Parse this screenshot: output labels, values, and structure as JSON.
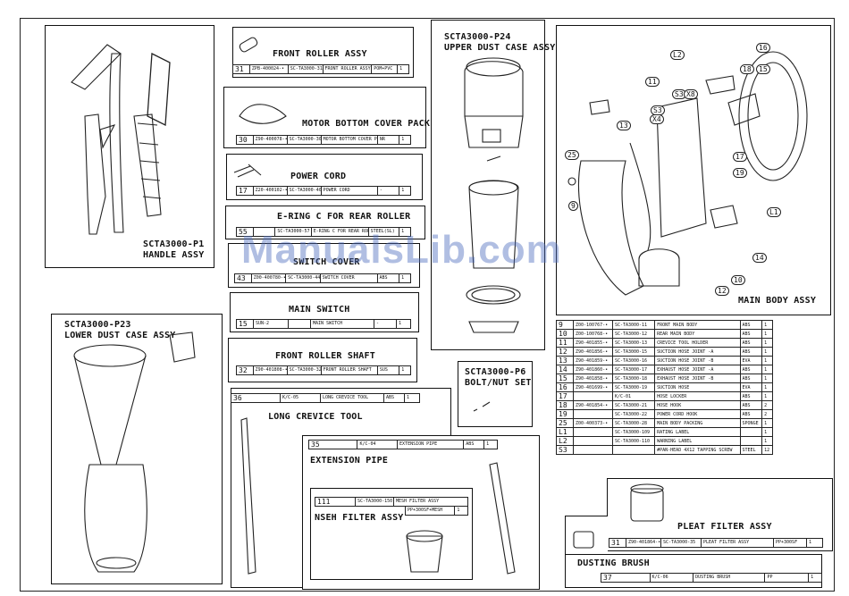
{
  "watermark": "ManualsLib.com",
  "handle": {
    "code": "SCTA3000-P1",
    "name": "HANDLE ASSY"
  },
  "lower_case": {
    "code": "SCTA3000-P23",
    "name": "LOWER DUST CASE ASSY"
  },
  "front_roller": {
    "title": "FRONT ROLLER ASSY",
    "no": "31",
    "c1": "ZPB-400024-•",
    "c2": "SC-TA3000-31",
    "c3": "FRONT ROLLER ASSY",
    "c4": "POM+PVC",
    "c5": "1"
  },
  "motor_packing": {
    "title": "MOTOR BOTTOM COVER PACKING",
    "no": "30",
    "c1": "Z90-400078-•",
    "c2": "SC-TA3000-30",
    "c3": "MOTOR BOTTOM COVER PACKING",
    "c4": "NR",
    "c5": "1"
  },
  "power_cord": {
    "title": "POWER CORD",
    "no": "17",
    "c1": "Z20-400102-•",
    "c2": "SC-TA3000-40",
    "c3": "POWER CORD",
    "c4": "-",
    "c5": "1"
  },
  "ering": {
    "title": "E-RING C FOR REAR ROLLER",
    "no": "55",
    "c1": "",
    "c2": "SC-TA3000-57",
    "c3": "E-RING C FOR REAR ROLLER",
    "c4": "STEEL(SL)",
    "c5": "1"
  },
  "switch_cover": {
    "title": "SWITCH COVER",
    "no": "43",
    "c1": "Z00-400780-•",
    "c2": "SC-TA3000-44",
    "c3": "SWITCH COVER",
    "c4": "ABS",
    "c5": "1"
  },
  "main_switch": {
    "title": "MAIN SWITCH",
    "no": "15",
    "c1": "SUN-2",
    "c2": "",
    "c3": "MAIN SWITCH",
    "c4": "-",
    "c5": "1"
  },
  "front_shaft": {
    "title": "FRONT ROLLER SHAFT",
    "no": "32",
    "c1": "Z90-401808-•",
    "c2": "SC-TA3000-32",
    "c3": "FRONT ROLLER SHAFT",
    "c4": "SUS",
    "c5": "1"
  },
  "crevice": {
    "title": "LONG CREVICE TOOL",
    "no": "36",
    "c1": "K/C-05",
    "c2": "LONG CREVICE TOOL",
    "c3": "ABS",
    "c4": "1"
  },
  "extension": {
    "title": "EXTENSION PIPE",
    "no": "35",
    "c1": "K/C-04",
    "c2": "EXTENSION PIPE",
    "c3": "ABS",
    "c4": "1"
  },
  "mesh": {
    "title": "NSEH FILTER ASSY",
    "no": "111",
    "c1": "SC-TA3000-150",
    "c2": "MESH FILTER ASSY",
    "c3": "PP+300SF+MESH",
    "c4": "1"
  },
  "upper_case": {
    "code": "SCTA3000-P24",
    "name": "UPPER DUST CASE ASSY"
  },
  "bolt": {
    "code": "SCTA3000-P6",
    "name": "BOLT/NUT SET"
  },
  "main_body": {
    "name": "MAIN BODY ASSY",
    "callouts": [
      "L2",
      "11",
      "S3",
      "X8",
      "16",
      "18",
      "15",
      "S3",
      "X4",
      "13",
      "25",
      "9",
      "17",
      "19",
      "L1",
      "14",
      "10",
      "12"
    ]
  },
  "main_table": [
    [
      "9",
      "Z00-100767-•",
      "SC-TA3000-11",
      "FRONT MAIN BODY",
      "ABS",
      "1"
    ],
    [
      "10",
      "Z00-100768-•",
      "SC-TA3000-12",
      "REAR MAIN BODY",
      "ABS",
      "1"
    ],
    [
      "11",
      "Z90-401855-•",
      "SC-TA3000-13",
      "CREVICE TOOL HOLDER",
      "ABS",
      "1"
    ],
    [
      "12",
      "Z90-401856-•",
      "SC-TA3000-15",
      "SUCTION HOSE JOINT -A",
      "ABS",
      "1"
    ],
    [
      "13",
      "Z90-401859-•",
      "SC-TA3000-16",
      "SUCTION HOSE JOINT -B",
      "EVA",
      "1"
    ],
    [
      "14",
      "Z90-401860-•",
      "SC-TA3000-17",
      "EXHAUST HOSE JOINT -A",
      "ABS",
      "1"
    ],
    [
      "15",
      "Z90-401858-•",
      "SC-TA3000-18",
      "EXHAUST HOSE JOINT -B",
      "ABS",
      "1"
    ],
    [
      "16",
      "Z90-401699-•",
      "SC-TA3000-19",
      "SUCTION HOSE",
      "EVA",
      "1"
    ],
    [
      "17",
      "",
      "K/C-01",
      "HOSE LOCKER",
      "ABS",
      "1"
    ],
    [
      "18",
      "Z90-401854-•",
      "SC-TA3000-21",
      "HOSE HOOK",
      "ABS",
      "2"
    ],
    [
      "19",
      "",
      "SC-TA3000-22",
      "POWER CORD HOOK",
      "ABS",
      "2"
    ],
    [
      "25",
      "Z00-400373-•",
      "SC-TA3000-28",
      "MAIN BODY PACKING",
      "SPONGE",
      "1"
    ],
    [
      "L1",
      "",
      "SC-TA3000-109",
      "RATING LABEL",
      "",
      "1"
    ],
    [
      "L2",
      "",
      "SC-TA3000-110",
      "WARNING LABEL",
      "",
      "1"
    ],
    [
      "S3",
      "",
      "",
      "#PAN-HEAD 4X12 TAPPING SCREW",
      "STEEL",
      "12"
    ]
  ],
  "pleat": {
    "title": "PLEAT FILTER ASSY",
    "no": "31",
    "c1": "Z90-401864-•",
    "c2": "SC-TA3000-35",
    "c3": "PLEAT FILTER ASSY",
    "c4": "PP+300SF",
    "c5": "1"
  },
  "dusting": {
    "title": "DUSTING BRUSH",
    "no": "37",
    "c1": "K/C-06",
    "c2": "DUSTING BRUSH",
    "c3": "PP",
    "c4": "1"
  }
}
